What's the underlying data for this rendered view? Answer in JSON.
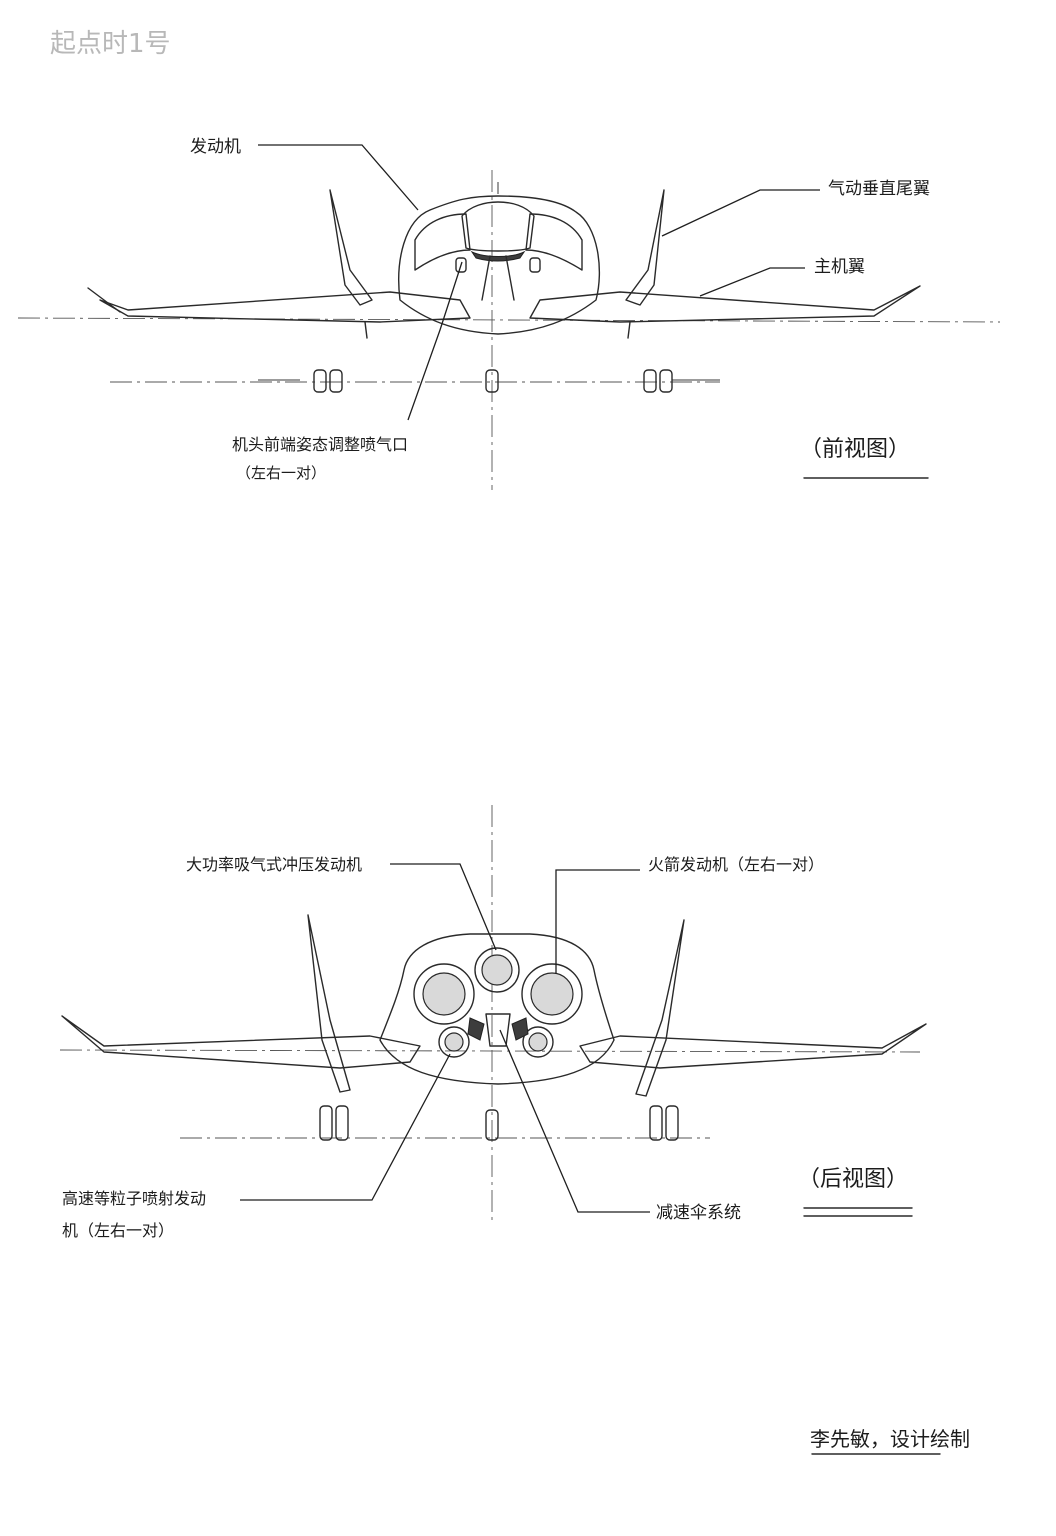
{
  "header": {
    "code": "起点时1号"
  },
  "front_view": {
    "title": "（前视图）",
    "labels": {
      "engine": "发动机",
      "vertical_wing": "气动垂直尾翼",
      "main_wing": "主机翼",
      "nose_nozzle_line1": "机头前端姿态调整喷气口",
      "nose_nozzle_line2": "（左右一对）"
    }
  },
  "rear_view": {
    "title": "（后视图）",
    "labels": {
      "ramjet": "大功率吸气式冲压发动机",
      "rocket": "火箭发动机（左右一对）",
      "particle_line1": "高速等粒子喷射发动",
      "particle_line2": "机（左右一对）",
      "parachute": "减速伞系统"
    }
  },
  "signature": "李先敏，设计绘制"
}
